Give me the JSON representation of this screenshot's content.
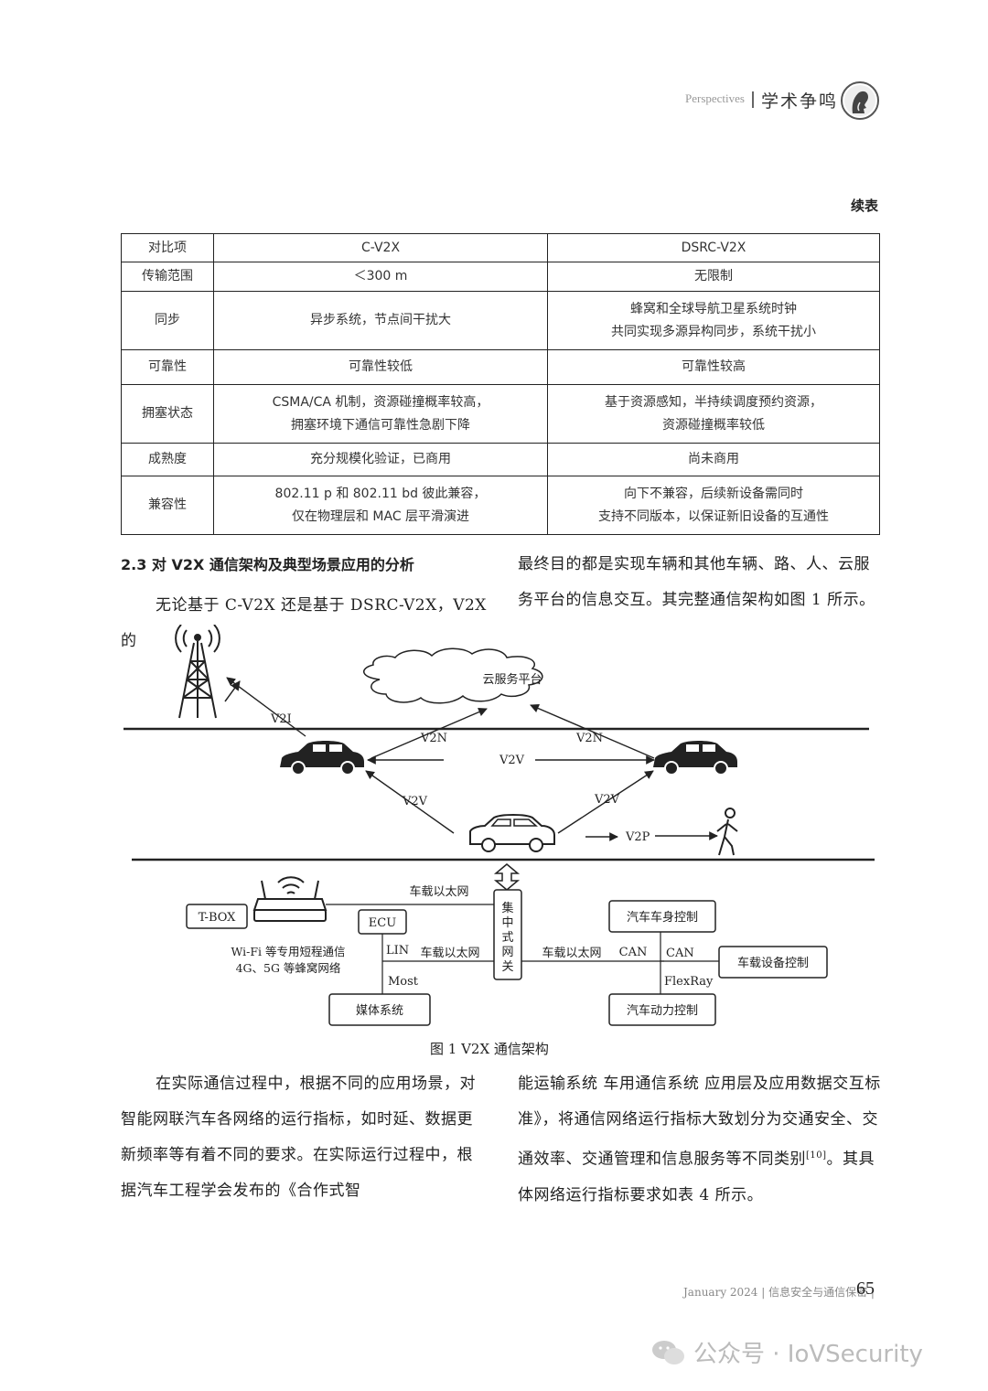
{
  "header": {
    "perspectives": "Perspectives",
    "column": "学术争鸣"
  },
  "continued": "续表",
  "table": {
    "headers": [
      "对比项",
      "C-V2X",
      "DSRC-V2X"
    ],
    "rows": [
      [
        "传输范围",
        "＜300 m",
        "无限制"
      ],
      [
        "同步",
        "异步系统，节点间干扰大",
        "蜂窝和全球导航卫星系统时钟\n共同实现多源异构同步，系统干扰小"
      ],
      [
        "可靠性",
        "可靠性较低",
        "可靠性较高"
      ],
      [
        "拥塞状态",
        "CSMA/CA 机制，资源碰撞概率较高，\n拥塞环境下通信可靠性急剧下降",
        "基于资源感知，半持续调度预约资源，\n资源碰撞概率较低"
      ],
      [
        "成熟度",
        "充分规模化验证，已商用",
        "尚未商用"
      ],
      [
        "兼容性",
        "802.11 p 和 802.11 bd 彼此兼容，\n仅在物理层和 MAC 层平滑演进",
        "向下不兼容，后续新设备需同时\n支持不同版本，以保证新旧设备的互通性"
      ]
    ]
  },
  "section": {
    "heading": "2.3   对 V2X 通信架构及典型场景应用的分析",
    "para_left": "无论基于 C-V2X 还是基于 DSRC-V2X，V2X 的",
    "para_right": "最终目的都是实现车辆和其他车辆、路、人、云服务平台的信息交互。其完整通信架构如图 1 所示。"
  },
  "figure": {
    "cloud": "云服务平台",
    "v2i": "V2I",
    "v2n_left": "V2N",
    "v2n_right": "V2N",
    "v2v_mid": "V2V",
    "v2v_left": "V2V",
    "v2v_right": "V2V",
    "v2p": "V2P",
    "tbox": "T-BOX",
    "eth_top": "车载以太网",
    "ecu": "ECU",
    "wifi_line1": "Wi-Fi 等专用短程通信",
    "wifi_line2": "4G、5G 等蜂窝网络",
    "lin": "LIN",
    "eth_left": "车载以太网",
    "most": "Most",
    "media": "媒体系统",
    "gateway": "集中式网关",
    "eth_right": "车载以太网",
    "can1": "CAN",
    "can2": "CAN",
    "flexray": "FlexRay",
    "body_ctrl": "汽车车身控制",
    "device_ctrl": "车载设备控制",
    "power_ctrl": "汽车动力控制",
    "caption": "图 1    V2X 通信架构"
  },
  "body": {
    "para3": "在实际通信过程中，根据不同的应用场景，对智能网联汽车各网络的运行指标，如时延、数据更新频率等有着不同的要求。在实际运行过程中，根据汽车工程学会发布的《合作式智",
    "para4_a": "能运输系统 车用通信系统 应用层及应用数据交互标准》，将通信网络运行指标大致划分为交通安全、交通效率、交通管理和信息服务等不同类别",
    "para4_ref": "[10]",
    "para4_b": "。其具体网络运行指标要求如表 4 所示。"
  },
  "footer": {
    "issue": "January 2024 | 信息安全与通信保密 |",
    "page": "65"
  },
  "watermark": "公众号 · IoVSecurity"
}
